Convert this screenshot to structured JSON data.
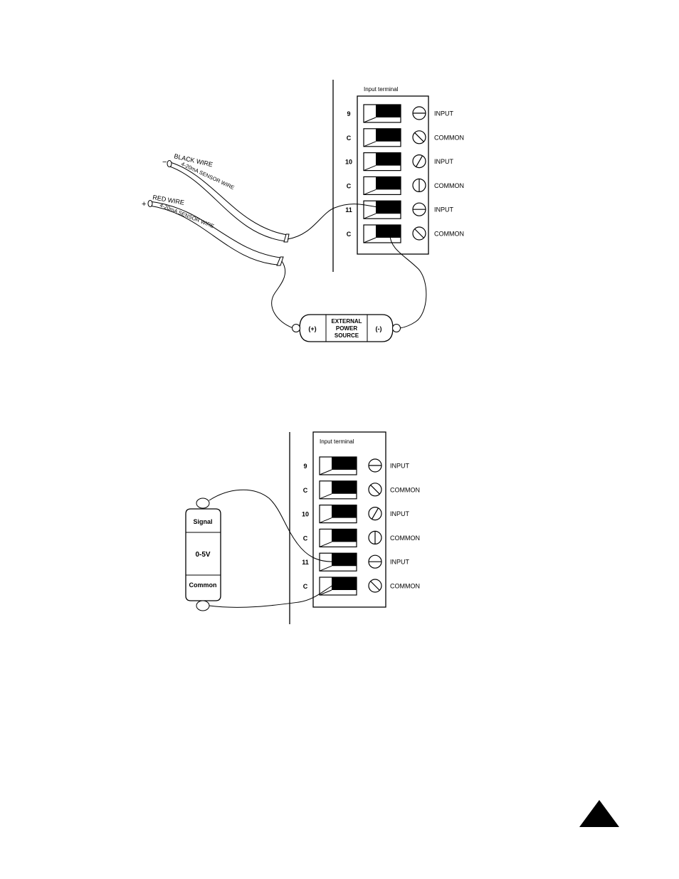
{
  "diagram1": {
    "terminal_title": "Input terminal",
    "rows": [
      {
        "num": "9",
        "label": "INPUT"
      },
      {
        "num": "C",
        "label": "COMMON"
      },
      {
        "num": "10",
        "label": "INPUT"
      },
      {
        "num": "C",
        "label": "COMMON"
      },
      {
        "num": "11",
        "label": "INPUT"
      },
      {
        "num": "C",
        "label": "COMMON"
      }
    ],
    "black_wire": {
      "sign": "−",
      "name": "BLACK WIRE",
      "type": "4-20mA SENSOR WIRE"
    },
    "red_wire": {
      "sign": "+",
      "name": "RED WIRE",
      "type": "4-20mA SENSOR WIRE"
    },
    "power_source": {
      "plus": "(+)",
      "line1": "EXTERNAL",
      "line2": "POWER",
      "line3": "SOURCE",
      "minus": "(-)"
    }
  },
  "diagram2": {
    "terminal_title": "Input terminal",
    "rows": [
      {
        "num": "9",
        "label": "INPUT"
      },
      {
        "num": "C",
        "label": "COMMON"
      },
      {
        "num": "10",
        "label": "INPUT"
      },
      {
        "num": "C",
        "label": "COMMON"
      },
      {
        "num": "11",
        "label": "INPUT"
      },
      {
        "num": "C",
        "label": "COMMON"
      }
    ],
    "sensor": {
      "signal": "Signal",
      "range": "0-5V",
      "common": "Common"
    }
  },
  "icons": {
    "nav_marker": "triangle-up-icon"
  }
}
